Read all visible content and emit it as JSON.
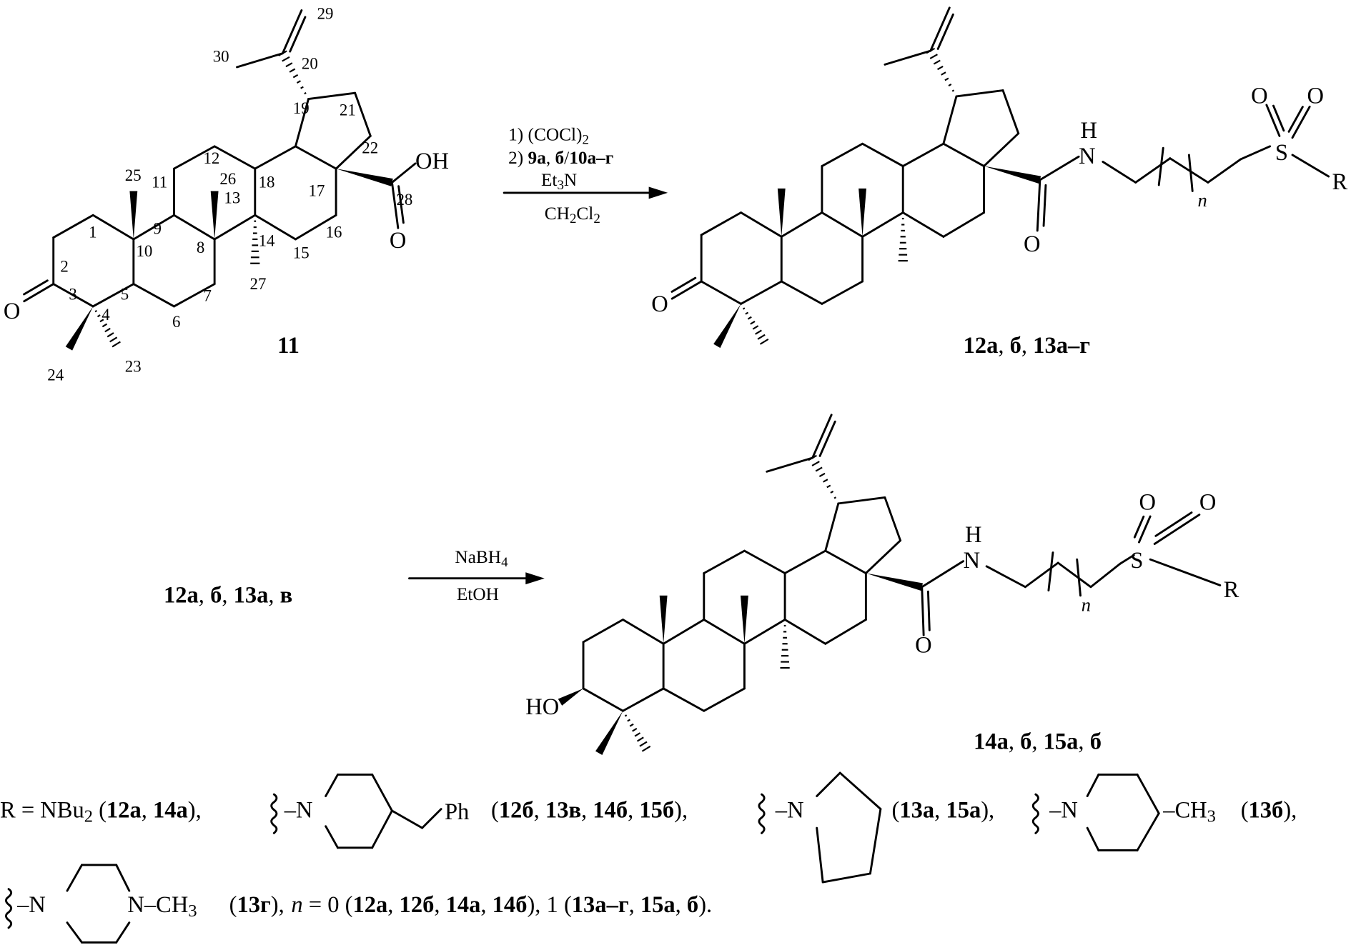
{
  "compound_11": {
    "label": "11",
    "ketone_O": "O",
    "acid_OH": "OH",
    "acid_O": "O",
    "atom_numbers": [
      "1",
      "2",
      "3",
      "4",
      "5",
      "6",
      "7",
      "8",
      "9",
      "10",
      "11",
      "12",
      "13",
      "14",
      "15",
      "16",
      "17",
      "18",
      "19",
      "20",
      "21",
      "22",
      "23",
      "24",
      "25",
      "26",
      "27",
      "28",
      "29",
      "30"
    ]
  },
  "step1": {
    "line1": [
      {
        "t": "1) (COCl)"
      },
      {
        "t": "2",
        "s": "sub"
      }
    ],
    "line2": [
      {
        "t": "2) "
      },
      {
        "t": "9а",
        "s": "b"
      },
      {
        "t": ", "
      },
      {
        "t": "б",
        "s": "b"
      },
      {
        "t": "/"
      },
      {
        "t": "10а–г",
        "s": "b"
      }
    ],
    "line3": [
      {
        "t": "Et"
      },
      {
        "t": "3",
        "s": "sub"
      },
      {
        "t": "N"
      }
    ],
    "below": [
      {
        "t": "CH"
      },
      {
        "t": "2",
        "s": "sub"
      },
      {
        "t": "Cl"
      },
      {
        "t": "2",
        "s": "sub"
      }
    ]
  },
  "compound_12": {
    "ketone_O": "O",
    "amide_O": "O",
    "N": "N",
    "H": "H",
    "n": "n",
    "S": "S",
    "sulfonyl_O1": "O",
    "sulfonyl_O2": "O",
    "R": "R",
    "label": [
      {
        "t": "12а",
        "s": "b"
      },
      {
        "t": ", "
      },
      {
        "t": "б",
        "s": "b"
      },
      {
        "t": ", "
      },
      {
        "t": "13а–г",
        "s": "b"
      }
    ]
  },
  "step2": {
    "reactant": [
      {
        "t": "12а",
        "s": "b"
      },
      {
        "t": ", "
      },
      {
        "t": "б",
        "s": "b"
      },
      {
        "t": ", "
      },
      {
        "t": "13а",
        "s": "b"
      },
      {
        "t": ", "
      },
      {
        "t": "в",
        "s": "b"
      }
    ],
    "above": [
      {
        "t": "NaBH"
      },
      {
        "t": "4",
        "s": "sub"
      }
    ],
    "below": [
      {
        "t": "EtOH"
      }
    ]
  },
  "compound_14": {
    "HO": "HO",
    "amide_O": "O",
    "N": "N",
    "H": "H",
    "n": "n",
    "S": "S",
    "sulfonyl_O1": "O",
    "sulfonyl_O2": "O",
    "R": "R",
    "label": [
      {
        "t": "14а",
        "s": "b"
      },
      {
        "t": ", "
      },
      {
        "t": "б",
        "s": "b"
      },
      {
        "t": ", "
      },
      {
        "t": "15а",
        "s": "b"
      },
      {
        "t": ", "
      },
      {
        "t": "б",
        "s": "b"
      }
    ]
  },
  "legend": {
    "r_nbu2": [
      {
        "t": "R = NBu"
      },
      {
        "t": "2",
        "s": "sub"
      },
      {
        "t": " ("
      },
      {
        "t": "12а",
        "s": "b"
      },
      {
        "t": ", "
      },
      {
        "t": "14а",
        "s": "b"
      },
      {
        "t": "),"
      }
    ],
    "benzylpiperidine_N": "–N",
    "benzylpiperidine_Ph": "Ph",
    "benzylpiperidine_refs": [
      {
        "t": "("
      },
      {
        "t": "12б",
        "s": "b"
      },
      {
        "t": ", "
      },
      {
        "t": "13в",
        "s": "b"
      },
      {
        "t": ", "
      },
      {
        "t": "14б",
        "s": "b"
      },
      {
        "t": ", "
      },
      {
        "t": "15б",
        "s": "b"
      },
      {
        "t": "),"
      }
    ],
    "pyrrolidine_N": "–N",
    "pyrrolidine_refs": [
      {
        "t": "("
      },
      {
        "t": "13а",
        "s": "b"
      },
      {
        "t": ", "
      },
      {
        "t": "15а",
        "s": "b"
      },
      {
        "t": "),"
      }
    ],
    "methylpiperidine_N": "–N",
    "methylpiperidine_CH3": [
      {
        "t": "–CH"
      },
      {
        "t": "3",
        "s": "sub"
      }
    ],
    "methylpiperidine_refs": [
      {
        "t": "("
      },
      {
        "t": "13б",
        "s": "b"
      },
      {
        "t": "),"
      }
    ],
    "methylpiperazine_N": "–N",
    "methylpiperazine_NCH3": [
      {
        "t": "N–CH"
      },
      {
        "t": "3",
        "s": "sub"
      }
    ],
    "methylpiperazine_refs": [
      {
        "t": "("
      },
      {
        "t": "13г",
        "s": "b"
      },
      {
        "t": "),"
      }
    ],
    "n_values": [
      {
        "t": "n",
        "s": "i"
      },
      {
        "t": " = 0 ("
      },
      {
        "t": "12а",
        "s": "b"
      },
      {
        "t": ", "
      },
      {
        "t": "12б",
        "s": "b"
      },
      {
        "t": ", "
      },
      {
        "t": "14а",
        "s": "b"
      },
      {
        "t": ", "
      },
      {
        "t": "14б",
        "s": "b"
      },
      {
        "t": "), 1 ("
      },
      {
        "t": "13а–г",
        "s": "b"
      },
      {
        "t": ", "
      },
      {
        "t": "15а",
        "s": "b"
      },
      {
        "t": ", "
      },
      {
        "t": "б",
        "s": "b"
      },
      {
        "t": ")."
      }
    ]
  }
}
